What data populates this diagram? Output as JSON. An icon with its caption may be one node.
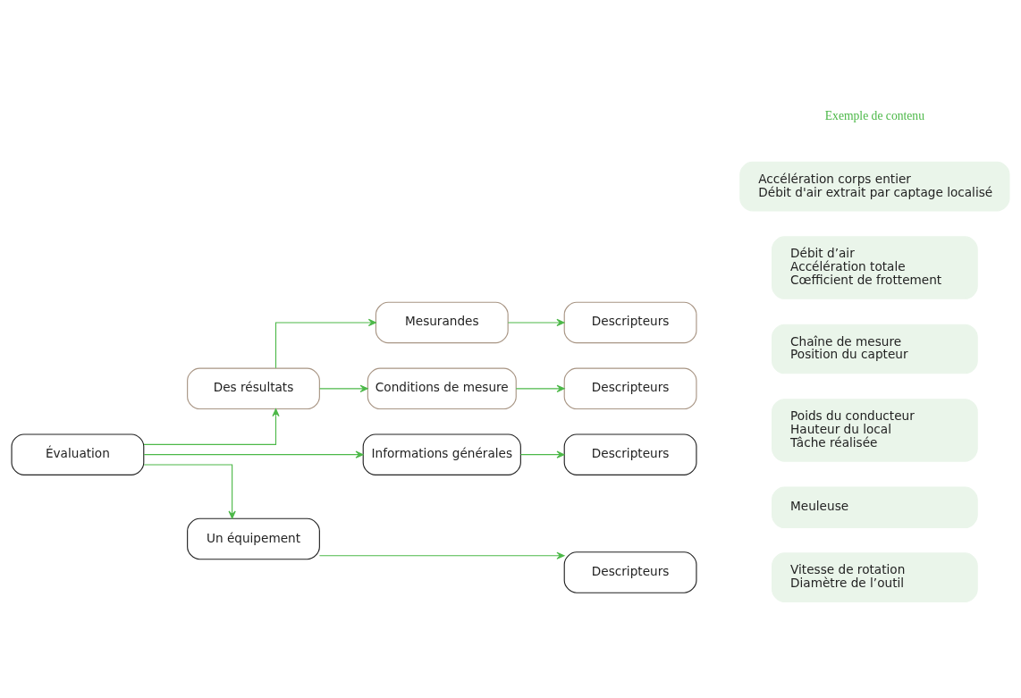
{
  "diagram": {
    "nodes": [
      {
        "text": [
          "Évaluation"
        ]
      },
      {
        "text": [
          "Des résultats"
        ]
      },
      {
        "text": [
          "Mesurandes"
        ]
      },
      {
        "text": [
          "Descripteurs"
        ]
      },
      {
        "text": [
          "Conditions de mesure"
        ]
      },
      {
        "text": [
          "Descripteurs"
        ]
      },
      {
        "text": [
          "Informations générales"
        ]
      },
      {
        "text": [
          "Descripteurs"
        ]
      },
      {
        "text": [
          "Un équipement"
        ]
      },
      {
        "text": [
          "Descripteurs"
        ]
      },
      {
        "text": [
          "Accélération corps entier",
          "Débit d'air extrait par captage localisé"
        ]
      },
      {
        "text": [
          "Débit d’air",
          "Accélération totale",
          "Cœfficient de frottement"
        ]
      },
      {
        "text": [
          "Chaîne de mesure",
          "Position du capteur"
        ]
      },
      {
        "text": [
          "Poids du conducteur",
          "Hauteur du local",
          "Tâche réalisée"
        ]
      },
      {
        "text": [
          "Meuleuse"
        ]
      },
      {
        "text": [
          "Vitesse de rotation",
          "Diamètre de l’outil"
        ]
      }
    ],
    "edges": [
      {
        "from": 0,
        "to": 1,
        "arrow": "to"
      },
      {
        "from": 1,
        "to": 2,
        "arrow": "to"
      },
      {
        "from": 2,
        "to": 3,
        "arrow": "to"
      },
      {
        "from": 1,
        "to": 4,
        "arrow": "to"
      },
      {
        "from": 4,
        "to": 5,
        "arrow": "to"
      },
      {
        "from": 0,
        "to": 6,
        "arrow": "to"
      },
      {
        "from": 6,
        "to": 7,
        "arrow": "to"
      },
      {
        "from": 0,
        "to": 8,
        "arrow": "to"
      },
      {
        "from": 8,
        "to": 9,
        "arrow": "to"
      }
    ],
    "labels": [
      "Exemple de contenu"
    ]
  }
}
